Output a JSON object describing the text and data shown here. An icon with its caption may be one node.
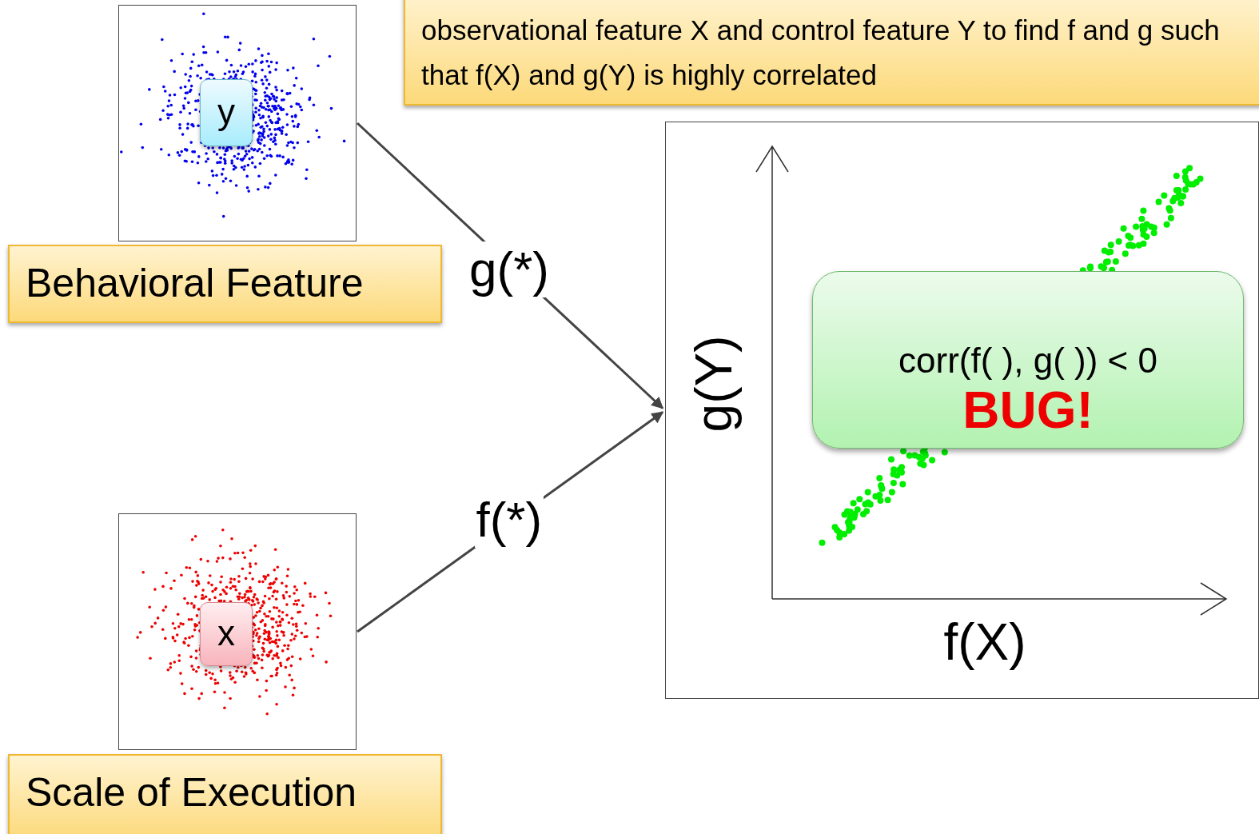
{
  "diagram": {
    "nodes": [
      {
        "text": [
          "observational feature X and control feature Y to find f and g such that f(X) and g(Y) is highly correlated"
        ]
      },
      {
        "text": [],
        "shape": "picture"
      },
      {
        "text": [
          "y"
        ],
        "in": 1
      },
      {
        "text": [
          "Behavioral Feature"
        ]
      },
      {
        "text": [],
        "shape": "picture"
      },
      {
        "text": [
          "x"
        ],
        "in": 4
      },
      {
        "text": [
          "Scale of Execution"
        ]
      },
      {
        "text": [],
        "shape": "picture"
      },
      {
        "text": [
          "corr(f( ), g( )) < 0",
          "BUG!"
        ],
        "in": 7
      }
    ],
    "edges": [
      {
        "from": 1,
        "to": 7,
        "arrow": "to",
        "label": "g(*)"
      },
      {
        "from": 4,
        "to": 7,
        "arrow": "to",
        "label": "f(*)"
      }
    ],
    "labels": [
      "g(Y)",
      "f(X)"
    ]
  }
}
